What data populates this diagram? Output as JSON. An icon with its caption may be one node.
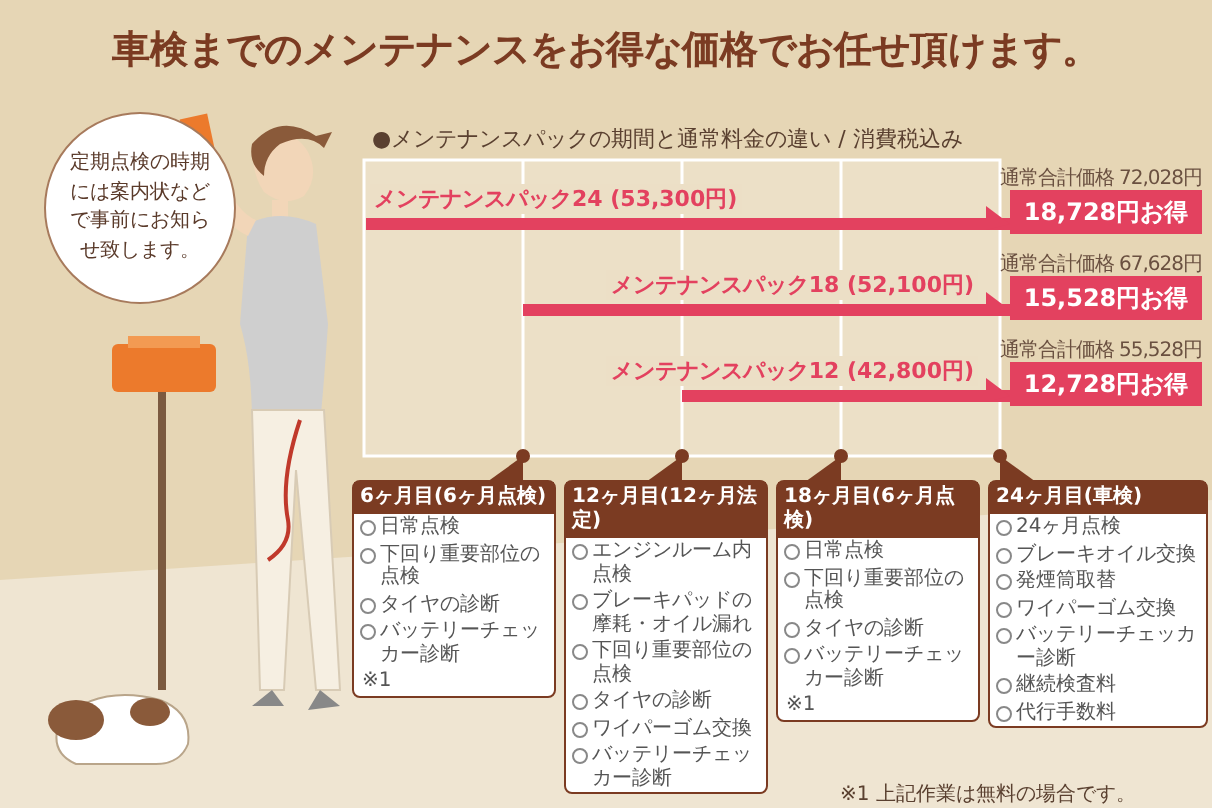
{
  "diagram": {
    "title": "車検までのメンテナンスをお得な価格でお任せ頂けます。",
    "nodes": [
      {
        "text": [
          "定期点検の時期には案内状などで事前にお知らせ致します。"
        ]
      },
      {
        "text": [
          "18,728円お得"
        ],
        "beside": [
          "通常合計価格 72,028円"
        ]
      },
      {
        "text": [
          "15,528円お得"
        ],
        "beside": [
          "通常合計価格 67,628円"
        ]
      },
      {
        "text": [
          "12,728円お得"
        ],
        "beside": [
          "通常合計価格 55,528円"
        ]
      },
      {
        "text": [
          "6ヶ月目(6ヶ月点検)",
          "日常点検",
          "下回り重要部位の点検",
          "タイヤの診断",
          "バッテリーチェッカー診断",
          "※1"
        ]
      },
      {
        "text": [
          "12ヶ月目(12ヶ月法定)",
          "エンジンルーム内点検",
          "ブレーキパッドの摩耗・オイル漏れ",
          "下回り重要部位の点検",
          "タイヤの診断",
          "ワイパーゴム交換",
          "バッテリーチェッカー診断"
        ]
      },
      {
        "text": [
          "18ヶ月目(6ヶ月点検)",
          "日常点検",
          "下回り重要部位の点検",
          "タイヤの診断",
          "バッテリーチェッカー診断",
          "※1"
        ]
      },
      {
        "text": [
          "24ヶ月目(車検)",
          "24ヶ月点検",
          "ブレーキオイル交換",
          "発煙筒取替",
          "ワイパーゴム交換",
          "バッテリーチェッカー診断",
          "継続検査料",
          "代行手数料"
        ]
      }
    ],
    "edges": [
      {
        "from": null,
        "to": 1,
        "arrow": "to",
        "label": "メンテナンスパック24 (53,300円)"
      },
      {
        "from": null,
        "to": 2,
        "arrow": "to",
        "label": "メンテナンスパック18 (52,100円)"
      },
      {
        "from": null,
        "to": 3,
        "arrow": "to",
        "label": "メンテナンスパック12 (42,800円)"
      }
    ],
    "labels": [
      "●メンテナンスパックの期間と通常料金の違い / 消費税込み",
      "※1 上記作業は無料の場合です。"
    ]
  }
}
